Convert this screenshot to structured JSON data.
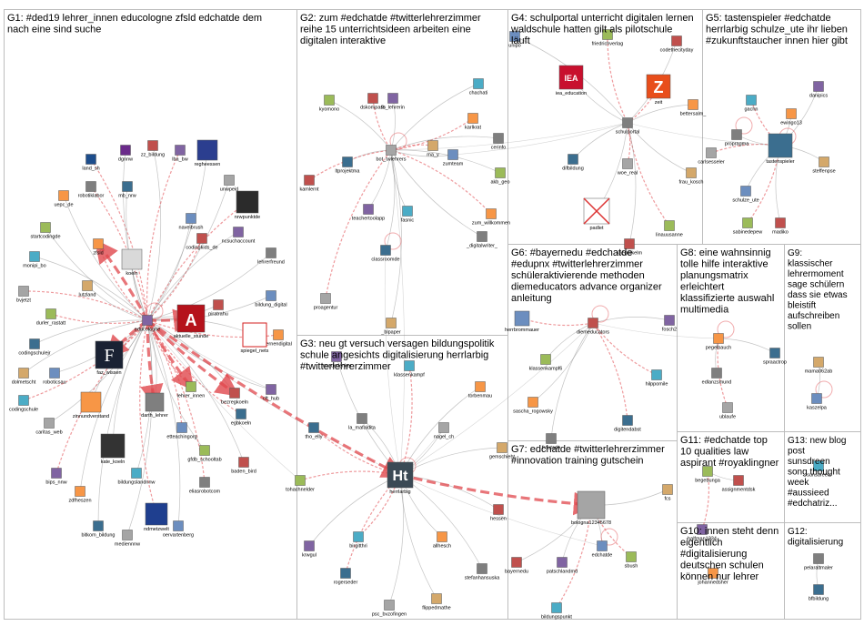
{
  "groups": [
    {
      "id": "G1",
      "lines": [
        "G1: #ded19 lehrer_innen educologne zfsld edchatde dem",
        "nach eine sind suche"
      ]
    },
    {
      "id": "G2",
      "lines": [
        "G2: zum #edchatde #twitterlehrerzimmer",
        "reihe 15 unterrichtsideen arbeiten eine",
        "digitalen interaktive"
      ]
    },
    {
      "id": "G3",
      "lines": [
        "G3: neu gt versuch versagen bildungspolitik",
        "schule angesichts digitalisierung herrlarbig",
        "#twitterlehrerzimmer"
      ]
    },
    {
      "id": "G4",
      "lines": [
        "G4: schulportal unterricht digitalen lernen",
        "waldschule hatten gilt als pilotschule",
        "läuft"
      ]
    },
    {
      "id": "G5",
      "lines": [
        "G5: tastenspieler #edchatde",
        "herrlarbig schulze_ute ihr lieben",
        "#zukunftstaucher innen hier gibt"
      ]
    },
    {
      "id": "G6",
      "lines": [
        "G6: #bayernedu #edchatde",
        "#edupnx #twitterlehrerzimmer",
        "schüleraktivierende methoden",
        "diemeducators advance organizer",
        "anleitung"
      ]
    },
    {
      "id": "G7",
      "lines": [
        "G7: edchatde #twitterlehrerzimmer",
        "#innovation training gutschein"
      ]
    },
    {
      "id": "G8",
      "lines": [
        "G8: eine wahnsinnig",
        "tolle hilfe interaktive",
        "planungsmatrix",
        "erleichtert",
        "klassifizierte auswahl",
        "multimedia"
      ]
    },
    {
      "id": "G9",
      "lines": [
        "G9:",
        "klassischer",
        "lehrermoment",
        "sage schülern",
        "dass sie etwas",
        "bleistift",
        "aufschreiben",
        "sollen"
      ]
    },
    {
      "id": "G10",
      "lines": [
        "G10: innen steht denn",
        "eigentlich",
        "#digitalisierung",
        "deutschen schulen",
        "können nur lehrer"
      ]
    },
    {
      "id": "G11",
      "lines": [
        "G11: #edchatde top",
        "10 qualities law",
        "aspirant #royaklingner"
      ]
    },
    {
      "id": "G12",
      "lines": [
        "G12:",
        "digitalisierung"
      ]
    },
    {
      "id": "G13",
      "lines": [
        "G13: new blog",
        "post",
        "sunsdreen",
        "song thought",
        "week",
        "#aussieed",
        "#edchatriz..."
      ]
    }
  ],
  "nodes": [
    {
      "id": "land_sh",
      "g": "G1",
      "icon": "logo-land-sh"
    },
    {
      "id": "dgnnw",
      "g": "G1",
      "icon": "logo-purple"
    },
    {
      "id": "zz_bildung",
      "g": "G1",
      "icon": "avatar"
    },
    {
      "id": "lba_bw",
      "g": "G1",
      "icon": "avatar"
    },
    {
      "id": "regheessen",
      "g": "G1",
      "icon": "logo-hessen"
    },
    {
      "id": "uepc_de",
      "g": "G1",
      "icon": "avatar"
    },
    {
      "id": "robotiklabor",
      "g": "G1",
      "icon": "avatar"
    },
    {
      "id": "mb_nrw",
      "g": "G1",
      "icon": "avatar"
    },
    {
      "id": "unwpeid",
      "g": "G1",
      "icon": "avatar"
    },
    {
      "id": "nrwpunktde",
      "g": "G1",
      "icon": "logo-nrw"
    },
    {
      "id": "naveibrush",
      "g": "G1",
      "icon": "avatar"
    },
    {
      "id": "startcodingde",
      "g": "G1",
      "icon": "avatar"
    },
    {
      "id": "codingkids_de",
      "g": "G1",
      "icon": "avatar"
    },
    {
      "id": "ncsuchaccount",
      "g": "G1",
      "icon": "avatar"
    },
    {
      "id": "monipi_bo",
      "g": "G1",
      "icon": "avatar"
    },
    {
      "id": "zfsld",
      "g": "G1",
      "icon": "avatar"
    },
    {
      "id": "lehrerfreund",
      "g": "G1",
      "icon": "avatar"
    },
    {
      "id": "koeln",
      "g": "G1",
      "icon": "logo-koeln"
    },
    {
      "id": "bvjetzt",
      "g": "G1",
      "icon": "avatar"
    },
    {
      "id": "lutzland",
      "g": "G1",
      "icon": "avatar"
    },
    {
      "id": "bildung_digital",
      "g": "G1",
      "icon": "avatar"
    },
    {
      "id": "durler_rastatt",
      "g": "G1",
      "icon": "avatar"
    },
    {
      "id": "piratrahu",
      "g": "G1",
      "icon": "avatar"
    },
    {
      "id": "educologne",
      "g": "G1",
      "icon": "avatar"
    },
    {
      "id": "aktuelle_stunde",
      "g": "G1",
      "icon": "logo-aktuelle-stunde"
    },
    {
      "id": "lernendigital",
      "g": "G1",
      "icon": "avatar"
    },
    {
      "id": "spiegel_nets",
      "g": "G1",
      "icon": "logo-spiegel"
    },
    {
      "id": "codingschulejr",
      "g": "G1",
      "icon": "avatar"
    },
    {
      "id": "faz_wissen",
      "g": "G1",
      "icon": "logo-faz"
    },
    {
      "id": "dolmetscht",
      "g": "G1",
      "icon": "avatar"
    },
    {
      "id": "roboticsau",
      "g": "G1",
      "icon": "avatar"
    },
    {
      "id": "lehrer_innen",
      "g": "G1",
      "icon": "avatar"
    },
    {
      "id": "bezregkoeln",
      "g": "G1",
      "icon": "avatar"
    },
    {
      "id": "cft_hub",
      "g": "G1",
      "icon": "avatar"
    },
    {
      "id": "codingschule",
      "g": "G1",
      "icon": "avatar"
    },
    {
      "id": "zinnundverstand",
      "g": "G1",
      "icon": "avatar"
    },
    {
      "id": "darth_lehrer",
      "g": "G1",
      "icon": "avatar"
    },
    {
      "id": "egbkoeln",
      "g": "G1",
      "icon": "avatar"
    },
    {
      "id": "caritas_web",
      "g": "G1",
      "icon": "avatar"
    },
    {
      "id": "kate_koeln",
      "g": "G1",
      "icon": "logo-koelner"
    },
    {
      "id": "etteachingorg",
      "g": "G1",
      "icon": "avatar"
    },
    {
      "id": "gfdb_schooltab",
      "g": "G1",
      "icon": "avatar"
    },
    {
      "id": "baden_bird",
      "g": "G1",
      "icon": "avatar"
    },
    {
      "id": "bips_nnw",
      "g": "G1",
      "icon": "avatar"
    },
    {
      "id": "bildungslandnnw",
      "g": "G1",
      "icon": "avatar"
    },
    {
      "id": "zdfheszen",
      "g": "G1",
      "icon": "avatar"
    },
    {
      "id": "eliasrobotcom",
      "g": "G1",
      "icon": "avatar"
    },
    {
      "id": "bitkom_bildung",
      "g": "G1",
      "icon": "avatar"
    },
    {
      "id": "mediennnw",
      "g": "G1",
      "icon": "avatar"
    },
    {
      "id": "ndmetzwelt",
      "g": "G1",
      "icon": "logo-fairnet"
    },
    {
      "id": "oervartenberg",
      "g": "G1",
      "icon": "avatar"
    },
    {
      "id": "kyomono",
      "g": "G2",
      "icon": "avatar"
    },
    {
      "id": "dskompass",
      "g": "G2",
      "icon": "avatar"
    },
    {
      "id": "fb_lehrerin",
      "g": "G2",
      "icon": "avatar"
    },
    {
      "id": "chachati",
      "g": "G2",
      "icon": "avatar"
    },
    {
      "id": "karlkrat",
      "g": "G2",
      "icon": "avatar"
    },
    {
      "id": "cerinfo",
      "g": "G2",
      "icon": "avatar"
    },
    {
      "id": "ltprojektma",
      "g": "G2",
      "icon": "avatar"
    },
    {
      "id": "bot_twlehrers",
      "g": "G2",
      "icon": "avatar"
    },
    {
      "id": "ma_y",
      "g": "G2",
      "icon": "avatar"
    },
    {
      "id": "zumteam",
      "g": "G2",
      "icon": "avatar"
    },
    {
      "id": "akb_geo",
      "g": "G2",
      "icon": "avatar"
    },
    {
      "id": "kamlernt",
      "g": "G2",
      "icon": "avatar"
    },
    {
      "id": "teachertoolapp",
      "g": "G2",
      "icon": "avatar"
    },
    {
      "id": "fasnic",
      "g": "G2",
      "icon": "avatar"
    },
    {
      "id": "zum_willkommen",
      "g": "G2",
      "icon": "avatar"
    },
    {
      "id": "_digitalwriter_",
      "g": "G2",
      "icon": "avatar"
    },
    {
      "id": "classroomde",
      "g": "G2",
      "icon": "avatar"
    },
    {
      "id": "proagentur",
      "g": "G2",
      "icon": "avatar"
    },
    {
      "id": "_blpaper",
      "g": "G2",
      "icon": "avatar"
    },
    {
      "id": "unipo",
      "g": "G4",
      "icon": "avatar"
    },
    {
      "id": "friedrichverlag",
      "g": "G4",
      "icon": "avatar"
    },
    {
      "id": "codethecityday",
      "g": "G4",
      "icon": "avatar"
    },
    {
      "id": "iea_education",
      "g": "G4",
      "icon": "logo-iea"
    },
    {
      "id": "zeit",
      "g": "G4",
      "icon": "logo-z"
    },
    {
      "id": "bettersalm_",
      "g": "G4",
      "icon": "avatar"
    },
    {
      "id": "schulportal",
      "g": "G4",
      "icon": "avatar"
    },
    {
      "id": "difbildung",
      "g": "G4",
      "icon": "avatar"
    },
    {
      "id": "woe_real",
      "g": "G4",
      "icon": "avatar"
    },
    {
      "id": "frau_kosch",
      "g": "G4",
      "icon": "avatar"
    },
    {
      "id": "padlet",
      "g": "G4",
      "icon": "avatar-broken"
    },
    {
      "id": "linauusanne",
      "g": "G4",
      "icon": "avatar"
    },
    {
      "id": "kaeptnkelm",
      "g": "G4",
      "icon": "avatar"
    },
    {
      "id": "danipics",
      "g": "G5",
      "icon": "avatar"
    },
    {
      "id": "gachn",
      "g": "G5",
      "icon": "avatar"
    },
    {
      "id": "ewingo13",
      "g": "G5",
      "icon": "avatar"
    },
    {
      "id": "propragma",
      "g": "G5",
      "icon": "avatar"
    },
    {
      "id": "tastenspieler",
      "g": "G5",
      "icon": "avatar"
    },
    {
      "id": "carlsesseler",
      "g": "G5",
      "icon": "avatar"
    },
    {
      "id": "steffenpse",
      "g": "G5",
      "icon": "avatar"
    },
    {
      "id": "schulze_ute",
      "g": "G5",
      "icon": "avatar"
    },
    {
      "id": "sabinedepew",
      "g": "G5",
      "icon": "avatar"
    },
    {
      "id": "madiko",
      "g": "G5",
      "icon": "avatar"
    },
    {
      "id": "muadedenker",
      "g": "G3",
      "icon": "avatar"
    },
    {
      "id": "klassenkampf",
      "g": "G3",
      "icon": "avatar"
    },
    {
      "id": "torbenmau",
      "g": "G3",
      "icon": "avatar"
    },
    {
      "id": "la_mafaldita",
      "g": "G3",
      "icon": "avatar"
    },
    {
      "id": "tho_elly",
      "g": "G3",
      "icon": "avatar"
    },
    {
      "id": "nagel_ch",
      "g": "G3",
      "icon": "avatar"
    },
    {
      "id": "gemschieht",
      "g": "G3",
      "icon": "avatar"
    },
    {
      "id": "herrlarbig",
      "g": "G3",
      "icon": "logo-ht"
    },
    {
      "id": "tohachnelder",
      "g": "G3",
      "icon": "avatar"
    },
    {
      "id": "hessen",
      "g": "G3",
      "icon": "avatar"
    },
    {
      "id": "krwgul",
      "g": "G3",
      "icon": "avatar"
    },
    {
      "id": "birgitthri",
      "g": "G3",
      "icon": "avatar"
    },
    {
      "id": "allhesch",
      "g": "G3",
      "icon": "avatar"
    },
    {
      "id": "stefanhansuska",
      "g": "G3",
      "icon": "avatar"
    },
    {
      "id": "rogerseder",
      "g": "G3",
      "icon": "avatar"
    },
    {
      "id": "psc_bvzofingen",
      "g": "G3",
      "icon": "avatar"
    },
    {
      "id": "flippedmathe",
      "g": "G3",
      "icon": "avatar"
    },
    {
      "id": "herrbrommauer",
      "g": "G6",
      "icon": "avatar"
    },
    {
      "id": "klassenkampf6",
      "g": "G6",
      "icon": "avatar"
    },
    {
      "id": "diemeducators",
      "g": "G6",
      "icon": "avatar"
    },
    {
      "id": "fosch2",
      "g": "G6",
      "icon": "avatar"
    },
    {
      "id": "hilppomile",
      "g": "G6",
      "icon": "avatar"
    },
    {
      "id": "sascha_rogowsky",
      "g": "G6",
      "icon": "avatar"
    },
    {
      "id": "frautado",
      "g": "G6",
      "icon": "avatar"
    },
    {
      "id": "digitendabst",
      "g": "G6",
      "icon": "avatar"
    },
    {
      "id": "bologna12345678",
      "g": "G7",
      "icon": "avatar"
    },
    {
      "id": "fcs",
      "g": "G7",
      "icon": "avatar"
    },
    {
      "id": "edchatde",
      "g": "G7",
      "icon": "avatar"
    },
    {
      "id": "sbush",
      "g": "G7",
      "icon": "avatar"
    },
    {
      "id": "bayernedu",
      "g": "G7",
      "icon": "avatar"
    },
    {
      "id": "patschlandmd",
      "g": "G7",
      "icon": "avatar"
    },
    {
      "id": "bildungspunkt",
      "g": "G7",
      "icon": "avatar"
    },
    {
      "id": "pegelbauch",
      "g": "G8",
      "icon": "avatar"
    },
    {
      "id": "edlanzsmund",
      "g": "G8",
      "icon": "avatar"
    },
    {
      "id": "spraactrop",
      "g": "G8",
      "icon": "avatar"
    },
    {
      "id": "ublaufe",
      "g": "G8",
      "icon": "avatar"
    },
    {
      "id": "mama062ab",
      "g": "G9",
      "icon": "avatar"
    },
    {
      "id": "kaszelpa",
      "g": "G9",
      "icon": "avatar"
    },
    {
      "id": "begebunga",
      "g": "G11",
      "icon": "avatar"
    },
    {
      "id": "assignmentdsk",
      "g": "G11",
      "icon": "avatar"
    },
    {
      "id": "halfman1234",
      "g": "G11",
      "icon": "avatar"
    },
    {
      "id": "sunsdreen",
      "g": "G13",
      "icon": "avatar"
    },
    {
      "id": "johannedsher",
      "g": "G10",
      "icon": "avatar"
    },
    {
      "id": "pelaraltmaler",
      "g": "G12",
      "icon": "avatar"
    },
    {
      "id": "bfbildung",
      "g": "G12",
      "icon": "avatar"
    }
  ],
  "edges_strong": [
    [
      "educologne",
      "faz_wissen"
    ],
    [
      "educologne",
      "aktuelle_stunde"
    ],
    [
      "educologne",
      "lehrer_innen"
    ],
    [
      "educologne",
      "zfsld"
    ],
    [
      "educologne",
      "herrlarbig"
    ],
    [
      "herrlarbig",
      "bologna12345678"
    ],
    [
      "educologne",
      "darth_lehrer"
    ],
    [
      "educologne",
      "bezregkoeln"
    ]
  ],
  "colors": {
    "background": "#ffffff",
    "panel_border": "#bdbdbd",
    "edge_grey": "#8a8a8a",
    "edge_red": "#e0474c"
  }
}
